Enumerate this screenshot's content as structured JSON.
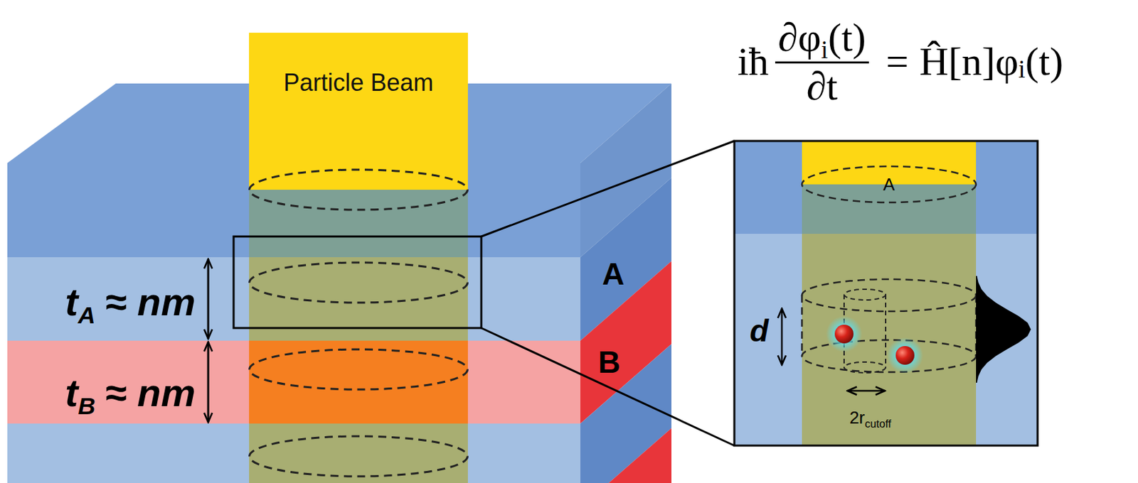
{
  "diagram": {
    "nodes": [
      {
        "text": [
          "Particle Beam"
        ]
      }
    ],
    "labels": [
      "iħ",
      "∂φ",
      "i",
      "(t)",
      "∂t",
      "=",
      "Ĥ[n]φ",
      "i",
      "(t)",
      "A",
      "B",
      "t",
      "A",
      "≈ nm",
      "t",
      "B",
      "≈ nm",
      "A",
      "d",
      "2r",
      "cutoff"
    ]
  }
}
